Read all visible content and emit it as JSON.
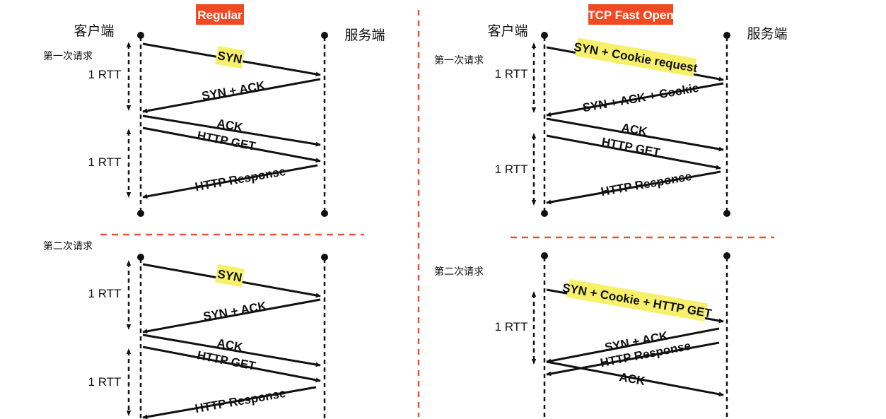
{
  "colors": {
    "header_bg": "#f04a23",
    "highlight": "#f7f06b",
    "divider": "#e0563a",
    "line": "#111111"
  },
  "panels": [
    {
      "title": "Regular",
      "client": "客户端",
      "server": "服务端",
      "first_request": "第一次请求",
      "second_request": "第二次请求",
      "rtt_labels": [
        "1 RTT",
        "1 RTT",
        "1 RTT",
        "1 RTT"
      ],
      "first_messages": [
        "SYN",
        "SYN + ACK",
        "ACK",
        "HTTP GET",
        "HTTP Response"
      ],
      "second_messages": [
        "SYN",
        "SYN + ACK",
        "ACK",
        "HTTP GET",
        "HTTP Response"
      ]
    },
    {
      "title": "TCP Fast Open",
      "client": "客户端",
      "server": "服务端",
      "first_request": "第一次请求",
      "second_request": "第二次请求",
      "rtt_labels": [
        "1 RTT",
        "1 RTT",
        "1 RTT"
      ],
      "first_messages": [
        "SYN + Cookie request",
        "SYN + ACK + Cookie",
        "ACK",
        "HTTP GET",
        "HTTP Response"
      ],
      "second_messages": [
        "SYN + Cookie + HTTP GET",
        "SYN + ACK",
        "HTTP Response",
        "ACK"
      ]
    }
  ]
}
